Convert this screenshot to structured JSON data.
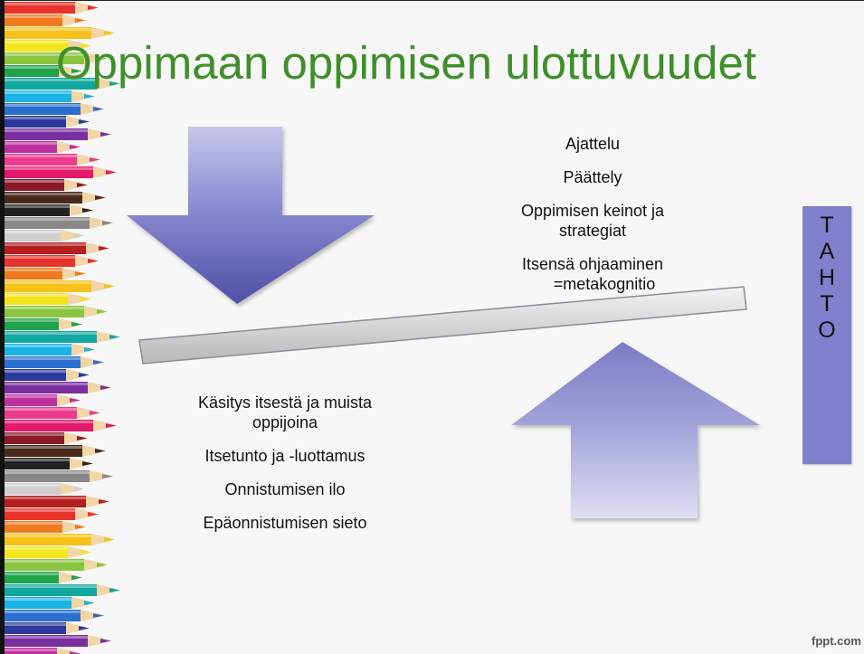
{
  "slide": {
    "title": "Oppimaan oppimisen ulottuvuudet",
    "upper_items": [
      "Ajattelu",
      "Päättely",
      "Oppimisen keinot ja",
      "strategiat",
      "Itsensä ohjaaminen",
      "=metakognitio"
    ],
    "lower_items": [
      "Käsitys itsestä ja muista",
      "oppijoina",
      "Itsetunto ja -luottamus",
      "Onnistumisen ilo",
      "Epäonnistumisen sieto"
    ],
    "side_label_letters": [
      "T",
      "A",
      "H",
      "T",
      "O"
    ],
    "watermark": "fppt.com"
  },
  "colors": {
    "title": "#3f8f2a",
    "arrow": "#7070c0",
    "side_box": "#8080cc",
    "balance_bar": "#cccccc"
  },
  "icons": [
    "pencils-decoration-icon",
    "down-arrow-icon",
    "up-arrow-icon"
  ]
}
